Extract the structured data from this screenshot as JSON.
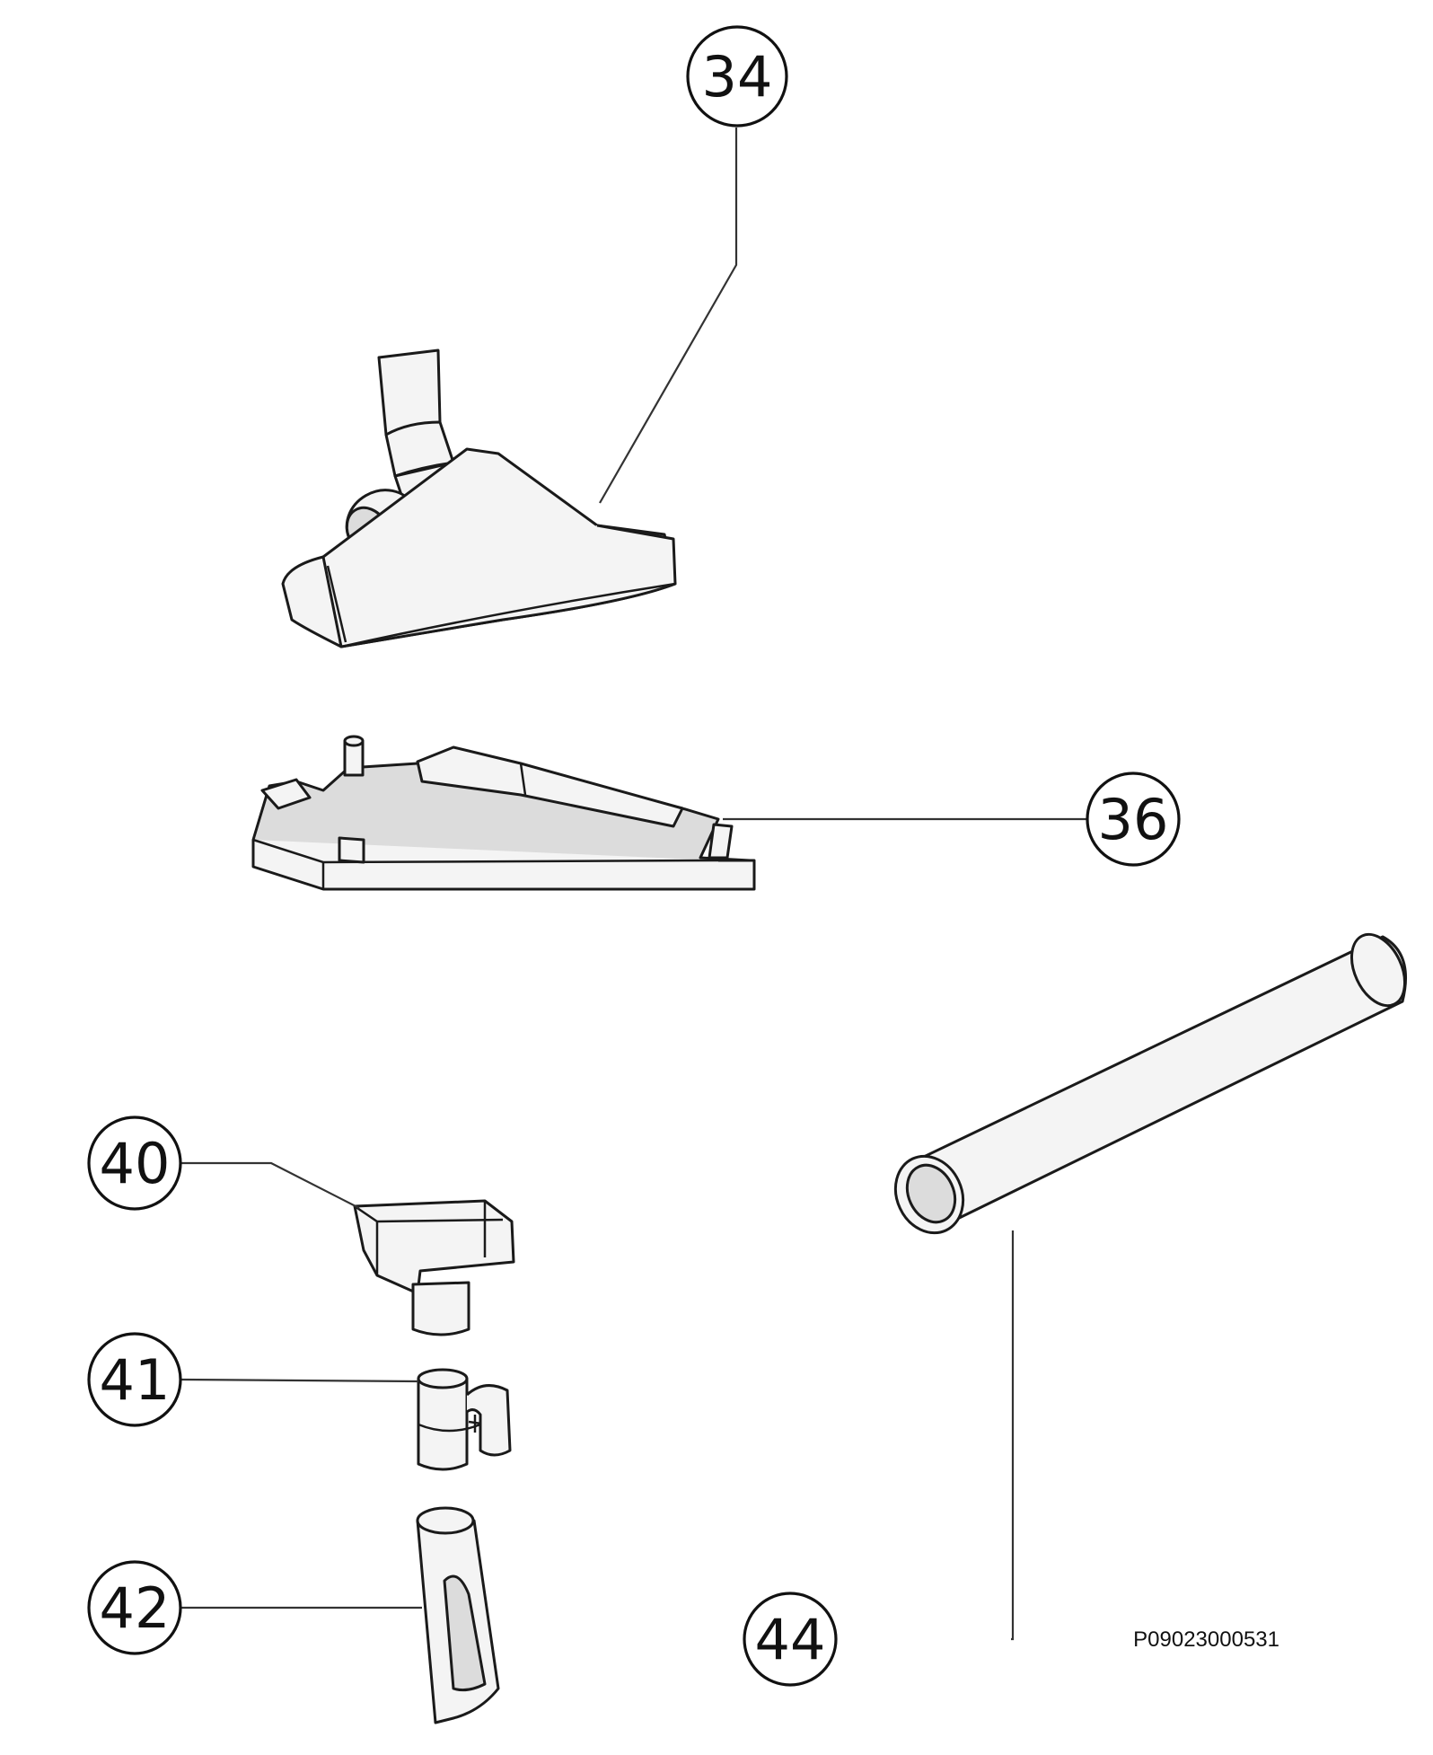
{
  "diagram": {
    "callouts": [
      {
        "id": "34",
        "label": "34"
      },
      {
        "id": "36",
        "label": "36"
      },
      {
        "id": "40",
        "label": "40"
      },
      {
        "id": "41",
        "label": "41"
      },
      {
        "id": "42",
        "label": "42"
      },
      {
        "id": "44",
        "label": "44"
      }
    ],
    "part_code": "P09023000531"
  }
}
